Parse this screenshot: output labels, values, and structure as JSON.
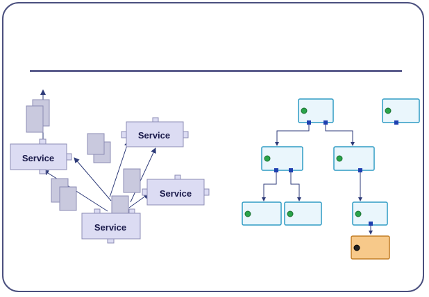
{
  "left_diagram": {
    "services": [
      {
        "label": "Service"
      },
      {
        "label": "Service"
      },
      {
        "label": "Service"
      },
      {
        "label": "Service"
      }
    ]
  },
  "right_diagram": {
    "nodes": [
      {
        "title": "",
        "subtitle": "",
        "highlight": false
      },
      {
        "title": "",
        "subtitle": "",
        "highlight": false
      },
      {
        "title": "",
        "subtitle": "",
        "highlight": false
      },
      {
        "title": "",
        "subtitle": "",
        "highlight": false
      },
      {
        "title": "",
        "subtitle": "",
        "highlight": false
      },
      {
        "title": "",
        "subtitle": "",
        "highlight": false
      },
      {
        "title": "",
        "subtitle": "",
        "highlight": false
      },
      {
        "title": "",
        "subtitle": "",
        "highlight": true
      }
    ]
  },
  "colors": {
    "frame_border": "#4a4f7e",
    "service_fill": "#dcdcf3",
    "service_stroke": "#8c8cb4",
    "document_fill": "#c9c9de",
    "node_border": "#2e9bc4",
    "node_fill": "#eaf6fc",
    "highlight_fill": "#f7c98a",
    "highlight_border": "#c27d25",
    "port_fill": "#1e3fb0",
    "arrow": "#2d3a78"
  }
}
